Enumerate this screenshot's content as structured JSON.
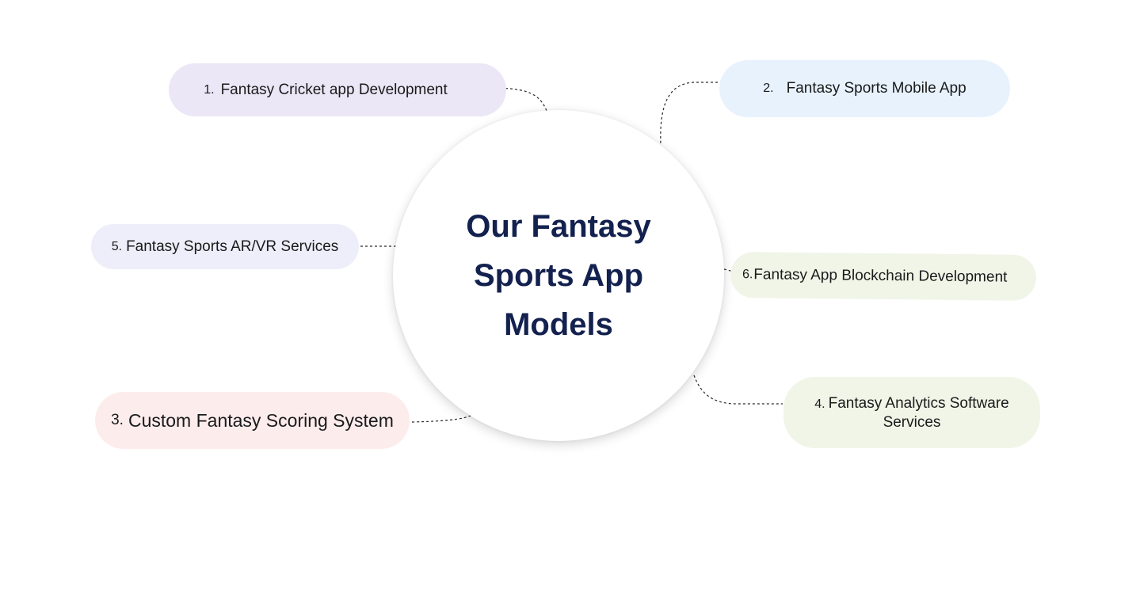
{
  "center": {
    "title": "Our Fantasy Sports App Models"
  },
  "models": [
    {
      "id": "m1",
      "number": "1.",
      "label": "Fantasy Cricket app Development",
      "color": "#ece7f6"
    },
    {
      "id": "m2",
      "number": "2.",
      "label": "Fantasy Sports Mobile App",
      "color": "#e7f2fd"
    },
    {
      "id": "m3",
      "number": "3.",
      "label": "Custom Fantasy Scoring System",
      "color": "#fdecec"
    },
    {
      "id": "m4",
      "number": "4.",
      "label": "Fantasy Analytics Software Services",
      "color": "#f1f5e8"
    },
    {
      "id": "m5",
      "number": "5.",
      "label": "Fantasy Sports AR/VR Services",
      "color": "#edeef9"
    },
    {
      "id": "m6",
      "number": "6.",
      "label": "Fantasy App Blockchain Development",
      "color": "#f1f5e8"
    }
  ],
  "colors": {
    "title": "#13214f",
    "connector": "#2a2a2a"
  }
}
